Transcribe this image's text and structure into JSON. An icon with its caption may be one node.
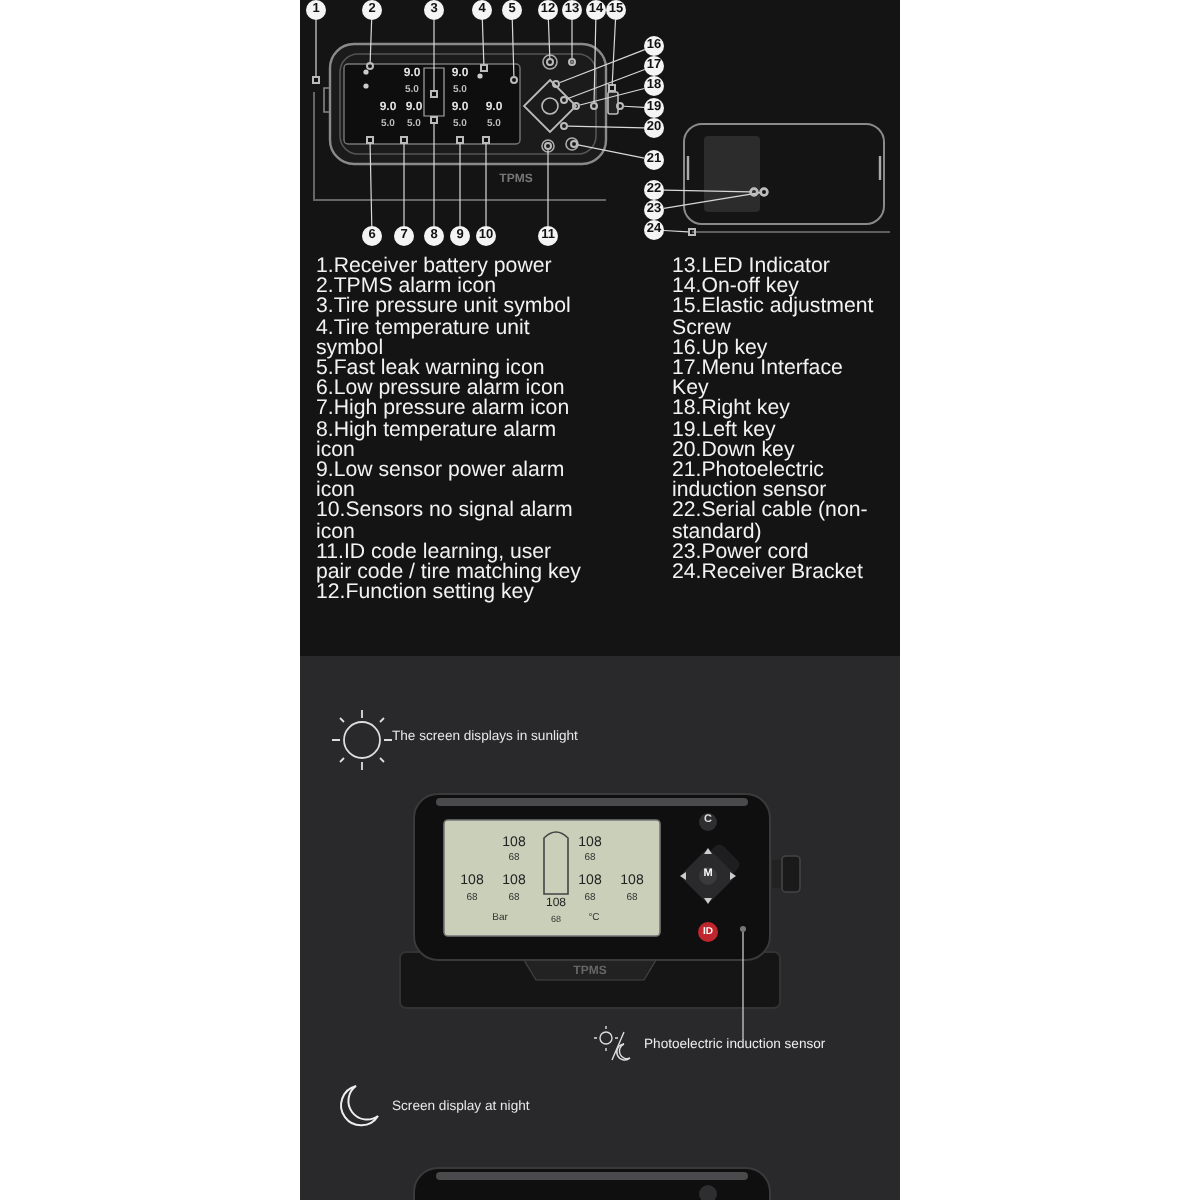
{
  "diagram": {
    "nodes": [
      {
        "text": [
          "1"
        ]
      },
      {
        "text": [
          "2"
        ]
      },
      {
        "text": [
          "3"
        ]
      },
      {
        "text": [
          "4"
        ]
      },
      {
        "text": [
          "5"
        ]
      },
      {
        "text": [
          "6"
        ]
      },
      {
        "text": [
          "7"
        ]
      },
      {
        "text": [
          "8"
        ]
      },
      {
        "text": [
          "9"
        ]
      },
      {
        "text": [
          "10"
        ]
      },
      {
        "text": [
          "11"
        ]
      },
      {
        "text": [
          "12"
        ]
      },
      {
        "text": [
          "13"
        ]
      },
      {
        "text": [
          "14"
        ]
      },
      {
        "text": [
          "15"
        ]
      },
      {
        "text": [
          "16"
        ]
      },
      {
        "text": [
          "17"
        ]
      },
      {
        "text": [
          "18"
        ]
      },
      {
        "text": [
          "19"
        ]
      },
      {
        "text": [
          "20"
        ]
      },
      {
        "text": [
          "21"
        ]
      },
      {
        "text": [
          "22"
        ]
      },
      {
        "text": [
          "23"
        ]
      },
      {
        "text": [
          "24"
        ]
      },
      {
        "text": [
          "Photoelectric induction sensor"
        ]
      },
      {
        "text": [],
        "shape": "circle"
      },
      {
        "text": [],
        "shape": "box"
      },
      {
        "text": [],
        "shape": "circle"
      },
      {
        "text": [],
        "shape": "box"
      },
      {
        "text": [],
        "shape": "box"
      },
      {
        "text": [],
        "shape": "circle"
      },
      {
        "text": [],
        "shape": "box"
      },
      {
        "text": [],
        "shape": "box"
      },
      {
        "text": [],
        "shape": "box"
      },
      {
        "text": [],
        "shape": "box"
      },
      {
        "text": [],
        "shape": "box"
      },
      {
        "text": [],
        "shape": "circle"
      },
      {
        "text": [],
        "shape": "circle"
      },
      {
        "text": [],
        "shape": "circle"
      },
      {
        "text": [],
        "shape": "circle"
      },
      {
        "text": [],
        "shape": "box"
      },
      {
        "text": [],
        "shape": "circle"
      },
      {
        "text": [],
        "shape": "circle"
      },
      {
        "text": [],
        "shape": "circle"
      },
      {
        "text": [],
        "shape": "circle"
      },
      {
        "text": [],
        "shape": "circle"
      },
      {
        "text": [],
        "shape": "circle"
      },
      {
        "text": [],
        "shape": "circle"
      },
      {
        "text": [],
        "shape": "circle"
      },
      {
        "text": [],
        "shape": "box"
      }
    ],
    "edges": [
      {
        "from": 0,
        "to": 26,
        "arrow": "none"
      },
      {
        "from": 1,
        "to": 27,
        "arrow": "none"
      },
      {
        "from": 2,
        "to": 28,
        "arrow": "none"
      },
      {
        "from": 3,
        "to": 29,
        "arrow": "none"
      },
      {
        "from": 4,
        "to": 30,
        "arrow": "none"
      },
      {
        "from": 5,
        "to": 31,
        "arrow": "none"
      },
      {
        "from": 6,
        "to": 32,
        "arrow": "none"
      },
      {
        "from": 7,
        "to": 33,
        "arrow": "none"
      },
      {
        "from": 8,
        "to": 34,
        "arrow": "none"
      },
      {
        "from": 9,
        "to": 35,
        "arrow": "none"
      },
      {
        "from": 10,
        "to": 36,
        "arrow": "none"
      },
      {
        "from": 11,
        "to": 37,
        "arrow": "none"
      },
      {
        "from": 12,
        "to": 38,
        "arrow": "none"
      },
      {
        "from": 13,
        "to": 39,
        "arrow": "none"
      },
      {
        "from": 14,
        "to": 40,
        "arrow": "none"
      },
      {
        "from": 15,
        "to": 41,
        "arrow": "none"
      },
      {
        "from": 16,
        "to": 42,
        "arrow": "none"
      },
      {
        "from": 17,
        "to": 43,
        "arrow": "none"
      },
      {
        "from": 18,
        "to": 44,
        "arrow": "none"
      },
      {
        "from": 19,
        "to": 45,
        "arrow": "none"
      },
      {
        "from": 20,
        "to": 46,
        "arrow": "none"
      },
      {
        "from": 21,
        "to": 47,
        "arrow": "none"
      },
      {
        "from": 22,
        "to": 48,
        "arrow": "none"
      },
      {
        "from": 23,
        "to": 49,
        "arrow": "none"
      },
      {
        "from": 24,
        "to": 25,
        "arrow": "none"
      }
    ],
    "labels": [
      "1.Receiver battery power",
      "2.TPMS alarm icon",
      "3.Tire pressure unit symbol",
      "4.Tire temperature unit symbol",
      "5.Fast leak warning icon",
      "6.Low pressure alarm icon",
      "7.High pressure alarm icon",
      "8.High temperature alarm icon",
      "9.Low sensor power alarm icon",
      "10.Sensors no signal alarm icon",
      "11.ID code learning, user pair code / tire matching key",
      "12.Function setting key",
      "13.LED Indicator",
      "14.On-off key",
      "15.Elastic adjustment Screw",
      "16.Up key",
      "17.Menu Interface Key",
      "18.Right key",
      "19.Left key",
      "20.Down key",
      "21.Photoelectric induction sensor",
      "22.Serial cable (non-standard)",
      "23.Power cord",
      "24.Receiver Bracket",
      "9.0",
      "9.0",
      "5.0",
      "5.0",
      "9.0",
      "9.0",
      "9.0",
      "9.0",
      "5.0",
      "5.0",
      "5.0",
      "5.0",
      "TPMS",
      "The screen displays in sunlight",
      "C",
      "108",
      "108",
      "68",
      "68",
      "108",
      "108",
      "108",
      "108",
      "M",
      "68",
      "68",
      "68",
      "68",
      "108",
      "Bar",
      "68",
      "°C",
      "ID",
      "TPMS",
      "Screen display at night"
    ]
  }
}
